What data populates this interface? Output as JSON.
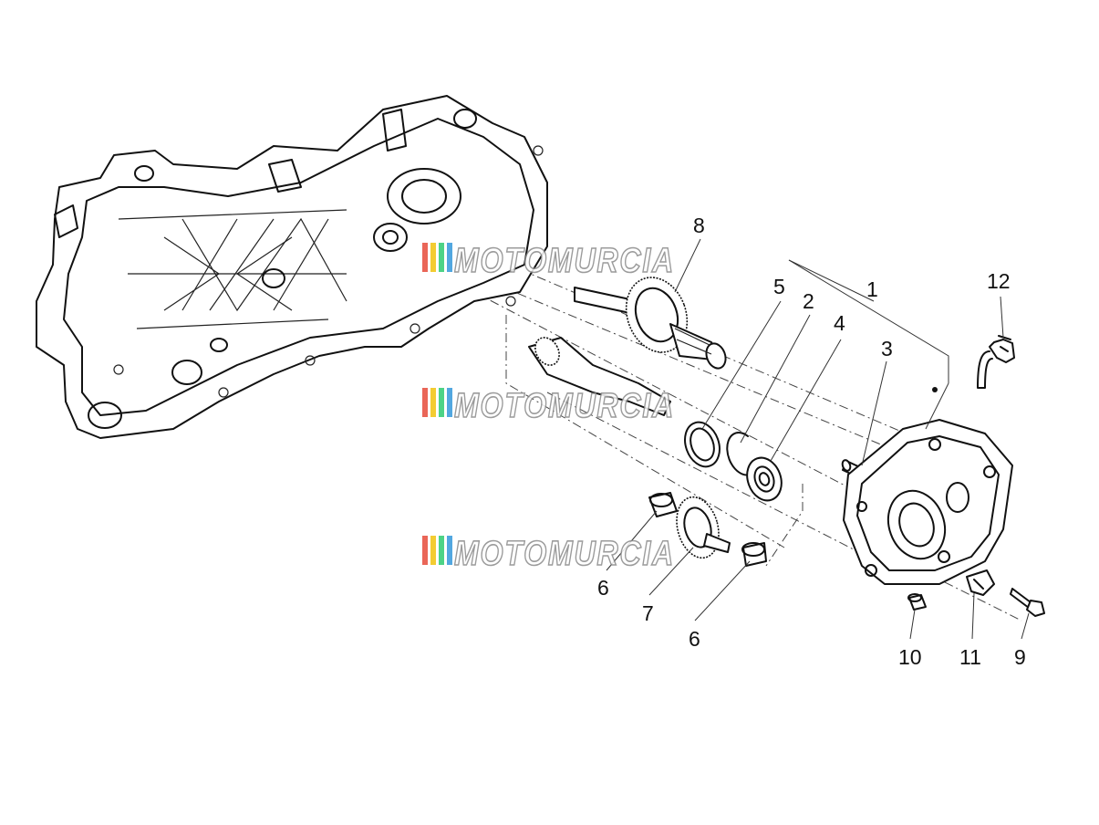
{
  "callouts": [
    {
      "id": "1",
      "label": "1"
    },
    {
      "id": "2",
      "label": "2"
    },
    {
      "id": "3",
      "label": "3"
    },
    {
      "id": "4",
      "label": "4"
    },
    {
      "id": "5",
      "label": "5"
    },
    {
      "id": "6a",
      "label": "6"
    },
    {
      "id": "6b",
      "label": "6"
    },
    {
      "id": "7",
      "label": "7"
    },
    {
      "id": "8",
      "label": "8"
    },
    {
      "id": "9",
      "label": "9"
    },
    {
      "id": "10",
      "label": "10"
    },
    {
      "id": "11",
      "label": "11"
    },
    {
      "id": "12",
      "label": "12"
    }
  ],
  "watermark": {
    "text": "MOTOMURCIA",
    "stripe_colors": [
      "#e74c3c",
      "#f1c40f",
      "#2ecc71",
      "#3498db"
    ]
  }
}
